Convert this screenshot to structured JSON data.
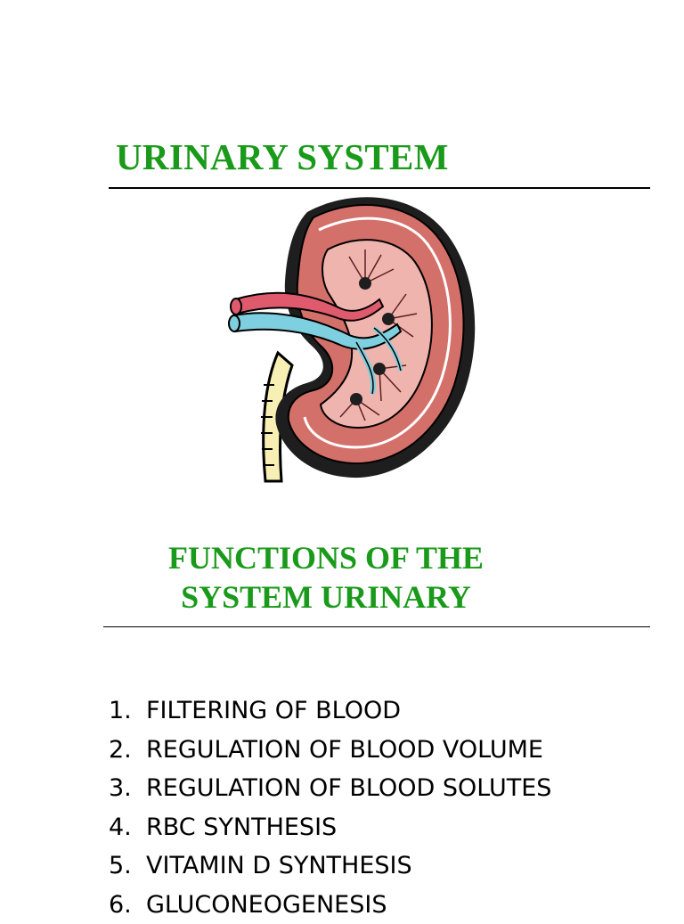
{
  "document": {
    "title": "URINARY SYSTEM",
    "subtitle_line1": "FUNCTIONS OF THE",
    "subtitle_line2": "SYSTEM URINARY",
    "functions": [
      {
        "number": "1.",
        "text": "FILTERING OF BLOOD"
      },
      {
        "number": "2.",
        "text": "REGULATION OF BLOOD VOLUME"
      },
      {
        "number": "3.",
        "text": "REGULATION OF BLOOD SOLUTES"
      },
      {
        "number": "4.",
        "text": "RBC SYNTHESIS"
      },
      {
        "number": "5.",
        "text": "VITAMIN D SYNTHESIS"
      },
      {
        "number": "6.",
        "text": "GLUCONEOGENESIS"
      }
    ]
  },
  "illustration": {
    "icon": "kidney-illustration",
    "colors": {
      "outer": "#d4706a",
      "inner": "#f0b4ae",
      "vein": "#7ecfe0",
      "artery": "#e05a6e",
      "ureter": "#f7efb4"
    }
  },
  "colors": {
    "heading": "#1a9a1a",
    "text": "#000000",
    "background": "#ffffff"
  }
}
